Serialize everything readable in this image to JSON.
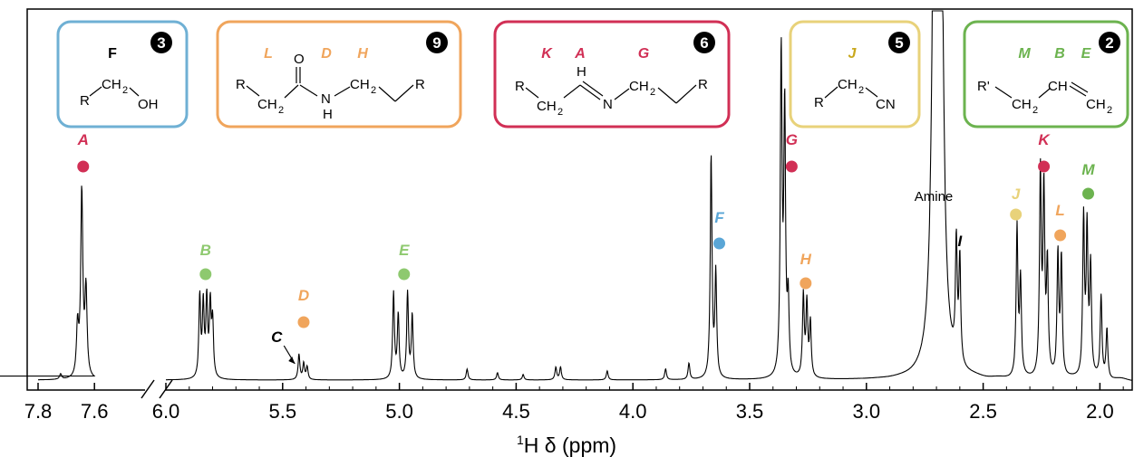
{
  "chart_data": {
    "type": "line",
    "title": "",
    "xlabel_sup": "1",
    "xlabel_main": "H δ (ppm)",
    "x_reversed": true,
    "axis_break": {
      "between": [
        7.6,
        6.0
      ]
    },
    "xticks": [
      "7.8",
      "7.6",
      "6.0",
      "5.5",
      "5.0",
      "4.5",
      "4.0",
      "3.5",
      "3.0",
      "2.5",
      "2.0"
    ],
    "grid": false,
    "annotations": [
      {
        "label": "A",
        "ppm": 7.64,
        "color": "#d12f55",
        "kind": "dot"
      },
      {
        "label": "B",
        "ppm": 5.83,
        "color": "#8ec96f",
        "kind": "dot"
      },
      {
        "label": "C",
        "ppm": 5.44,
        "color": "#000000",
        "kind": "arrow"
      },
      {
        "label": "D",
        "ppm": 5.41,
        "color": "#f0a55c",
        "kind": "dot"
      },
      {
        "label": "E",
        "ppm": 4.98,
        "color": "#8ec96f",
        "kind": "dot"
      },
      {
        "label": "F",
        "ppm": 3.63,
        "color": "#5aa6d6",
        "kind": "dot"
      },
      {
        "label": "G",
        "ppm": 3.32,
        "color": "#d12f55",
        "kind": "dot"
      },
      {
        "label": "H",
        "ppm": 3.26,
        "color": "#f0a55c",
        "kind": "dot"
      },
      {
        "label": "I",
        "ppm": 2.6,
        "color": "#000000",
        "kind": "text"
      },
      {
        "label": "J",
        "ppm": 2.36,
        "color": "#e8d27a",
        "kind": "dot"
      },
      {
        "label": "L",
        "ppm": 2.17,
        "color": "#f0a55c",
        "kind": "dot"
      },
      {
        "label": "K",
        "ppm": 2.24,
        "color": "#d12f55",
        "kind": "dot"
      },
      {
        "label": "M",
        "ppm": 2.05,
        "color": "#6cb34f",
        "kind": "dot"
      }
    ],
    "amine_label": "Amine",
    "structures": [
      {
        "id": "alcohol",
        "count": "3",
        "border": "#6fb0d4",
        "letters": [
          {
            "t": "F",
            "color": "#000000"
          }
        ],
        "atoms": [
          "R",
          "CH",
          "2",
          "OH"
        ]
      },
      {
        "id": "amide",
        "count": "9",
        "border": "#f0a55c",
        "letters": [
          {
            "t": "L",
            "color": "#f0a55c"
          },
          {
            "t": "D",
            "color": "#f0a55c"
          },
          {
            "t": "H",
            "color": "#f0a55c"
          }
        ],
        "atoms": [
          "R",
          "CH",
          "2",
          "O",
          "N",
          "H",
          "CH",
          "2",
          "R"
        ]
      },
      {
        "id": "imine",
        "count": "6",
        "border": "#d12f55",
        "letters": [
          {
            "t": "K",
            "color": "#d12f55"
          },
          {
            "t": "A",
            "color": "#d12f55"
          },
          {
            "t": "G",
            "color": "#d12f55"
          }
        ],
        "atoms": [
          "R",
          "CH",
          "2",
          "H",
          "N",
          "CH",
          "2",
          "R"
        ]
      },
      {
        "id": "nitrile",
        "count": "5",
        "border": "#e8d27a",
        "letters": [
          {
            "t": "J",
            "color": "#c9a81e"
          }
        ],
        "atoms": [
          "R",
          "CH",
          "2",
          "CN"
        ]
      },
      {
        "id": "alkene",
        "count": "2",
        "border": "#6cb34f",
        "letters": [
          {
            "t": "M",
            "color": "#6cb34f"
          },
          {
            "t": "B",
            "color": "#6cb34f"
          },
          {
            "t": "E",
            "color": "#6cb34f"
          }
        ],
        "atoms": [
          "R'",
          "CH",
          "2",
          "CH",
          "CH",
          "2"
        ]
      }
    ]
  }
}
